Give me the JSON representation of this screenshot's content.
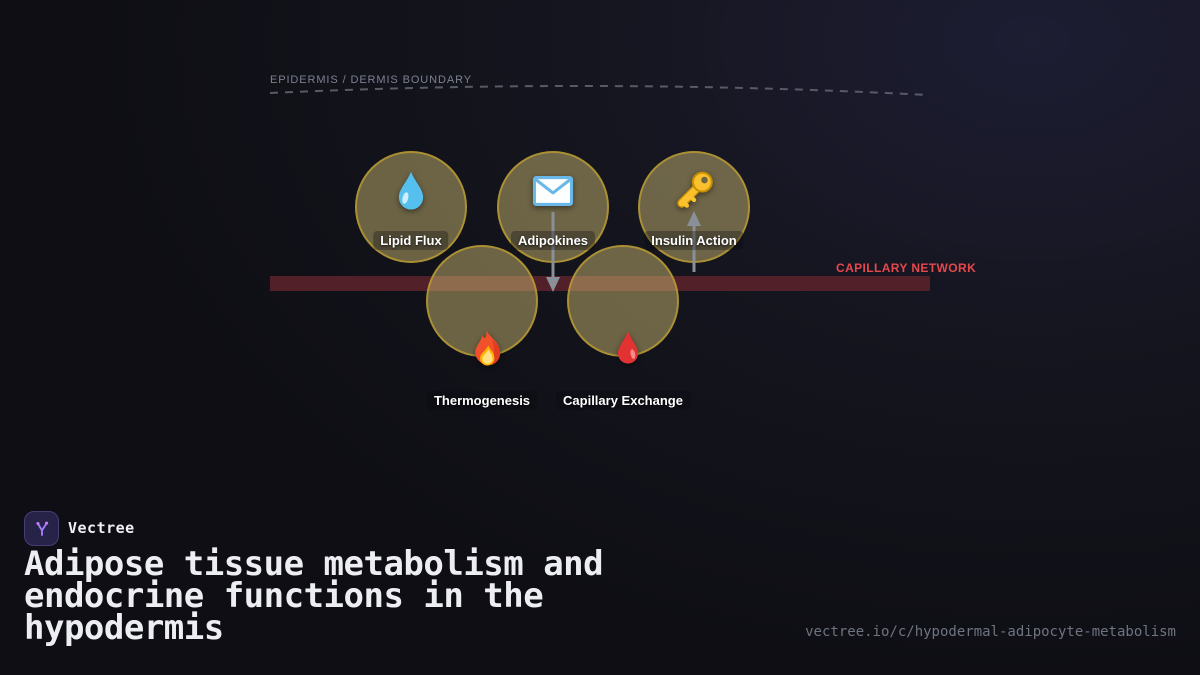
{
  "scene": {
    "boundary_label": "EPIDERMIS / DERMIS BOUNDARY",
    "capillary_label": "CAPILLARY NETWORK",
    "nodes": [
      {
        "label": "Lipid Flux",
        "icon": "droplet-icon"
      },
      {
        "label": "Adipokines",
        "icon": "envelope-icon"
      },
      {
        "label": "Insulin Action",
        "icon": "key-icon"
      },
      {
        "label": "Thermogenesis",
        "icon": "fire-icon"
      },
      {
        "label": "Capillary Exchange",
        "icon": "blood-drop-icon"
      }
    ],
    "colors": {
      "background": "#0e0e14",
      "background_glow": "#1d1d33",
      "capillary_bar": "#512028",
      "capillary_accent": "#e5484d",
      "cell_fill": "rgba(219,200,122,0.45)",
      "cell_border": "rgba(186,156,48,0.8)",
      "arrow": "#8a9098",
      "boundary_line": "#565b66",
      "logo_purple": "#9f7cf7"
    }
  },
  "footer": {
    "brand": "Vectree",
    "title": "Adipose tissue metabolism and endocrine functions in the hypodermis",
    "url": "vectree.io/c/hypodermal-adipocyte-metabolism"
  }
}
